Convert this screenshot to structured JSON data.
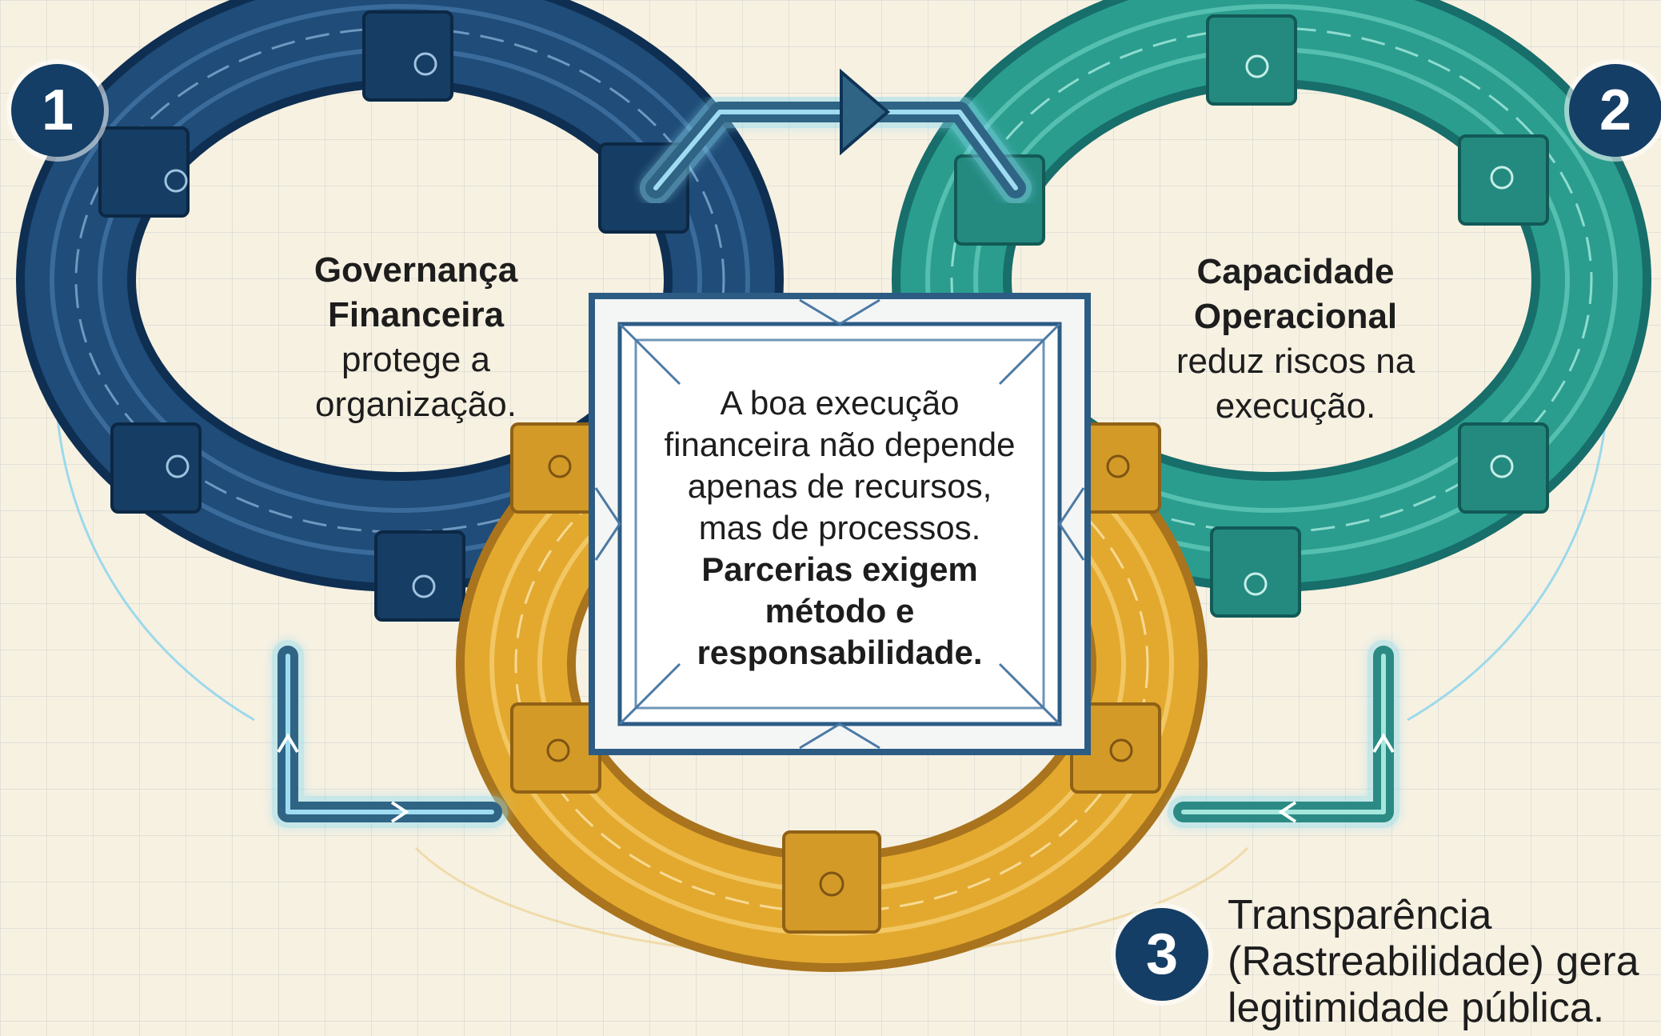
{
  "steps": [
    {
      "number": "1",
      "title_lines": [
        "Governança",
        "Financeira"
      ],
      "text_lines": [
        "protege a",
        "organização."
      ],
      "color": "#1f4c78"
    },
    {
      "number": "2",
      "title_lines": [
        "Capacidade",
        "Operacional"
      ],
      "text_lines": [
        "reduz riscos na",
        "execução."
      ],
      "color": "#2a9d8f"
    },
    {
      "number": "3",
      "text_lines": [
        "Transparência",
        "(Rastreabilidade) gera",
        "legitimidade pública."
      ],
      "color": "#e3a92f"
    }
  ],
  "center": {
    "text_lines": [
      "A boa execução",
      "financeira não depende",
      "apenas de recursos,",
      "mas de processos."
    ],
    "bold_lines": [
      "Parcerias exigem",
      "método e",
      "responsabilidade."
    ]
  },
  "colors": {
    "background": "#f7f1e2",
    "badge": "#153e66",
    "pipe": "#3a6f8f",
    "glow": "#7fd3ee"
  }
}
